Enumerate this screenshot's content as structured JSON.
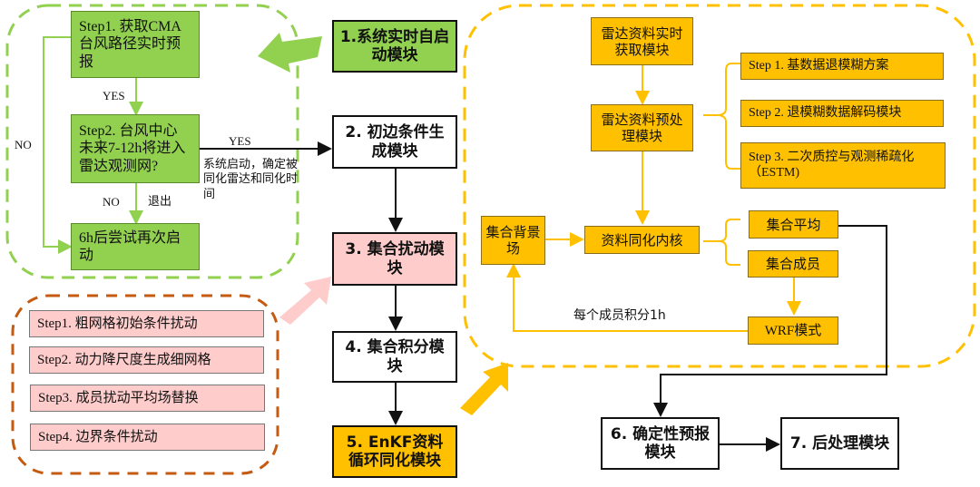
{
  "modules": {
    "m1": "1.系统实时自启动模块",
    "m2": "2. 初边条件生成模块",
    "m3": "3. 集合扰动模块",
    "m4": "4. 集合积分模块",
    "m5": "5. EnKF资料循环同化模块",
    "m6": "6. 确定性预报模块",
    "m7": "7. 后处理模块"
  },
  "startup_flow": {
    "step1": "Step1. 获取CMA台风路径实时预报",
    "step2": "Step2. 台风中心未来7-12h将进入雷达观测网?",
    "retry": "6h后尝试再次启动",
    "yes_label": "YES",
    "no_label": "NO",
    "no_label_left": "NO",
    "exit_label": "退出",
    "yes_right_label": "YES",
    "start_note": "系统启动，确定被同化雷达和同化时间"
  },
  "perturbation_steps": [
    "Step1. 粗网格初始条件扰动",
    "Step2. 动力降尺度生成细网格",
    "Step3. 成员扰动平均场替换",
    "Step4. 边界条件扰动"
  ],
  "enkf_flow": {
    "radar_acquire": "雷达资料实时获取模块",
    "radar_preprocess": "雷达资料预处理模块",
    "preprocess_steps": [
      "Step 1. 基数据退模糊方案",
      "Step 2. 退模糊数据解码模块",
      "Step 3. 二次质控与观测稀疏化（ESTM)"
    ],
    "ensemble_background": "集合背景场",
    "assimilation_kernel": "资料同化内核",
    "ensemble_mean": "集合平均",
    "ensemble_members": "集合成员",
    "wrf_model": "WRF模式",
    "member_integration_note": "每个成员积分1h"
  },
  "colors": {
    "green": "#92d050",
    "pink": "#ffcccc",
    "gold": "#ffc000",
    "green_dash": "#92d050",
    "brown_dash": "#c55a11",
    "gold_dash": "#ffc000"
  }
}
